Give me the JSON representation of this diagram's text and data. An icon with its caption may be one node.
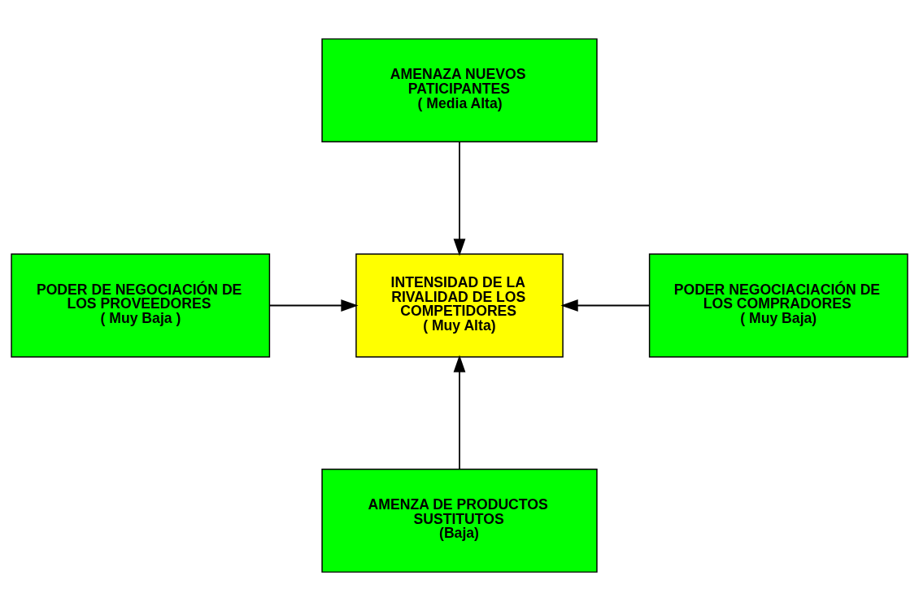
{
  "diagram": {
    "nodes": [
      {
        "text": [
          "AMENAZA NUEVOS PATICIPANTES",
          "( Media Alta)"
        ]
      },
      {
        "text": [
          "PODER DE NEGOCIACIÓN DE LOS PROVEEDORES",
          "( Muy Baja )"
        ]
      },
      {
        "text": [
          "INTENSIDAD DE LA RIVALIDAD DE LOS COMPETIDORES",
          "( Muy Alta)"
        ]
      },
      {
        "text": [
          "PODER NEGOCIACIACIÓN DE LOS COMPRADORES",
          "( Muy Baja)"
        ]
      },
      {
        "text": [
          "AMENZA DE PRODUCTOS SUSTITUTOS",
          "(Baja)"
        ]
      }
    ],
    "edges": [
      {
        "from": 0,
        "to": 2,
        "arrow": "to"
      },
      {
        "from": 1,
        "to": 2,
        "arrow": "to"
      },
      {
        "from": 3,
        "to": 2,
        "arrow": "to"
      },
      {
        "from": 4,
        "to": 2,
        "arrow": "to"
      }
    ]
  }
}
